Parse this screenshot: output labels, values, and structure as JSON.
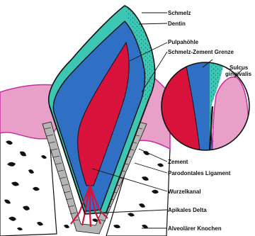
{
  "diagram": {
    "labels": {
      "schmelz": "Schmelz",
      "dentin": "Dentin",
      "pulpahoehle": "Pulpahöhle",
      "schmelz_zement_grenze": "Schmelz-Zement Grenze",
      "sulcus_1": "Sulcus",
      "sulcus_2": "gingivalis",
      "zement": "Zement",
      "parodontales_ligament": "Parodontales Ligament",
      "wurzelkanal": "Wurzelkanal",
      "apikales_delta": "Apikales Delta",
      "alveolaerer_knochen": "Alveolärer Knochen"
    },
    "colors": {
      "enamel": "#3cc7b4",
      "dentin": "#2f6fc4",
      "pulp": "#d8123a",
      "gingiva": "#e9a0c8",
      "gingiva_edge": "#c72ea0",
      "bone": "#ffffff",
      "ligament": "#8c8c8c",
      "outline": "#111111"
    }
  }
}
